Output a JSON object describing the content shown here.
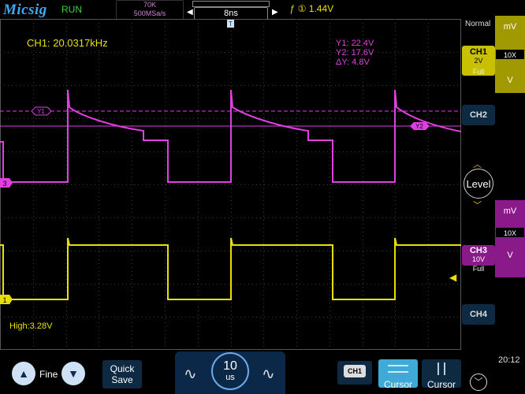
{
  "header": {
    "brand": "Micsig",
    "run_status": "RUN",
    "memory_depth": "70K",
    "sample_rate": "500MSa/s",
    "timebase_offset": "8ns",
    "trigger_channel": "①",
    "trigger_level": "1.44V"
  },
  "measure": {
    "frequency": "CH1: 20.0317kHz",
    "high": "High:3.28V"
  },
  "cursors": {
    "y1": "Y1:  22.4V",
    "y2": "Y2:  17.6V",
    "dy": "ΔY:  4.8V",
    "y1_tag": "Y1",
    "y2_tag": "Y2"
  },
  "markers": {
    "ch1": "1",
    "ch3": "3"
  },
  "right_panel": {
    "trigger_mode": "Normal",
    "ch1": {
      "name": "CH1",
      "scale": "2V",
      "coupling": "Full",
      "unit_top": "mV",
      "probe": "10X",
      "unit_bottom": "V"
    },
    "ch2": {
      "name": "CH2"
    },
    "level_label": "Level",
    "ch3": {
      "name": "CH3",
      "scale": "10V",
      "coupling": "Full",
      "unit_top": "mV",
      "probe": "10X",
      "unit_bottom": "V"
    },
    "ch4": {
      "name": "CH4"
    }
  },
  "bottom": {
    "fine_label": "Fine",
    "quick_save_line1": "Quick",
    "quick_save_line2": "Save",
    "timebase_value": "10",
    "timebase_unit": "us",
    "ch1_tag": "CH1",
    "cursor_h_label": "Cursor",
    "cursor_v_label": "Cursor",
    "time": "20:12"
  },
  "colors": {
    "ch1": "#e8e000",
    "ch3": "#e040e0",
    "accent": "#3fa9f5",
    "panel": "#0e2942"
  }
}
